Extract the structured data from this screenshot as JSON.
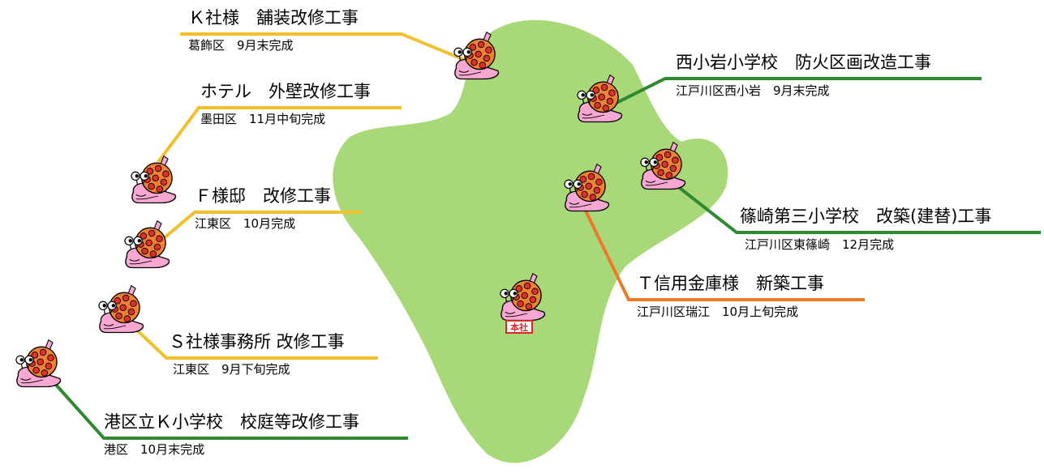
{
  "colors": {
    "land": "#a8d878",
    "shell": "#f08236",
    "shell_spot": "#e0302a",
    "body": "#f6a8d2",
    "yellow_line": "#f2c02c",
    "green_line": "#2e8a2e",
    "orange_line": "#ec7a28",
    "hq_badge": "#d82828"
  },
  "hq": {
    "badge": "本社"
  },
  "projects": [
    {
      "title": "Ｋ社様　舗装改修工事",
      "sub": "葛飾区　9月末完成",
      "line_color": "yellow"
    },
    {
      "title": "ホテル　外壁改修工事",
      "sub": "墨田区　11月中旬完成",
      "line_color": "yellow"
    },
    {
      "title": "Ｆ様邸　改修工事",
      "sub": "江東区　10月完成",
      "line_color": "yellow"
    },
    {
      "title": "Ｓ社様事務所 改修工事",
      "sub": "江東区　9月下旬完成",
      "line_color": "yellow"
    },
    {
      "title": "港区立Ｋ小学校　校庭等改修工事",
      "sub": "港区　10月末完成",
      "line_color": "green"
    },
    {
      "title": "西小岩小学校　防火区画改造工事",
      "sub": "江戸川区西小岩　9月末完成",
      "line_color": "green"
    },
    {
      "title": "篠崎第三小学校　改築(建替)工事",
      "sub": "江戸川区東篠崎　12月完成",
      "line_color": "green"
    },
    {
      "title": "Ｔ信用金庫様　新築工事",
      "sub": "江戸川区瑞江　10月上旬完成",
      "line_color": "orange"
    }
  ]
}
